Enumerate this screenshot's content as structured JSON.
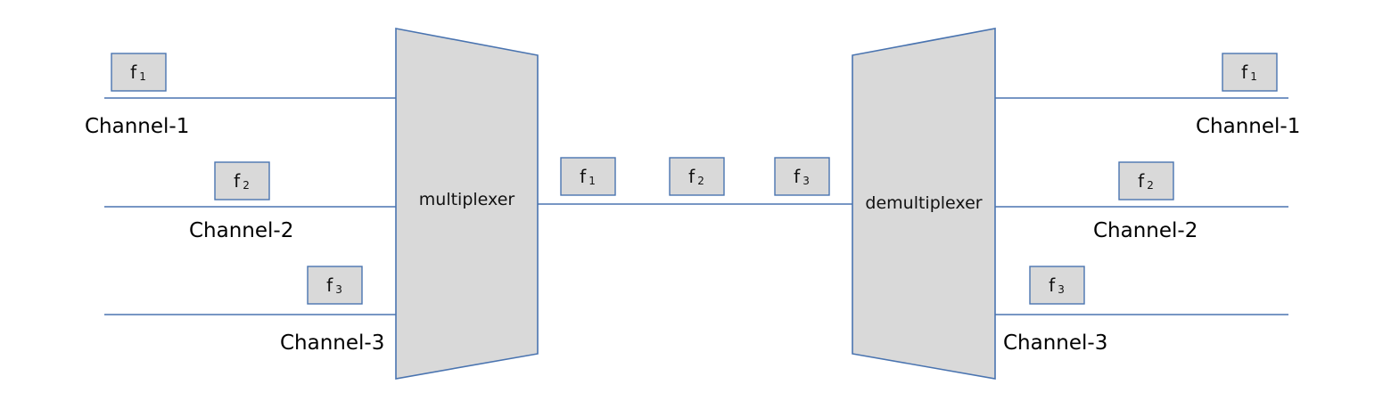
{
  "devices": {
    "mux_label": "multiplexer",
    "demux_label": "demultiplexer"
  },
  "input_channels": [
    {
      "label": "Channel-1",
      "freq": "f",
      "sub": "1"
    },
    {
      "label": "Channel-2",
      "freq": "f",
      "sub": "2"
    },
    {
      "label": "Channel-3",
      "freq": "f",
      "sub": "3"
    }
  ],
  "link_frequencies": [
    {
      "freq": "f",
      "sub": "1"
    },
    {
      "freq": "f",
      "sub": "2"
    },
    {
      "freq": "f",
      "sub": "3"
    }
  ],
  "output_channels": [
    {
      "label": "Channel-1",
      "freq": "f",
      "sub": "1"
    },
    {
      "label": "Channel-2",
      "freq": "f",
      "sub": "2"
    },
    {
      "label": "Channel-3",
      "freq": "f",
      "sub": "3"
    }
  ],
  "colors": {
    "line": "#4a74b0",
    "box_fill": "#d9d9d9"
  }
}
